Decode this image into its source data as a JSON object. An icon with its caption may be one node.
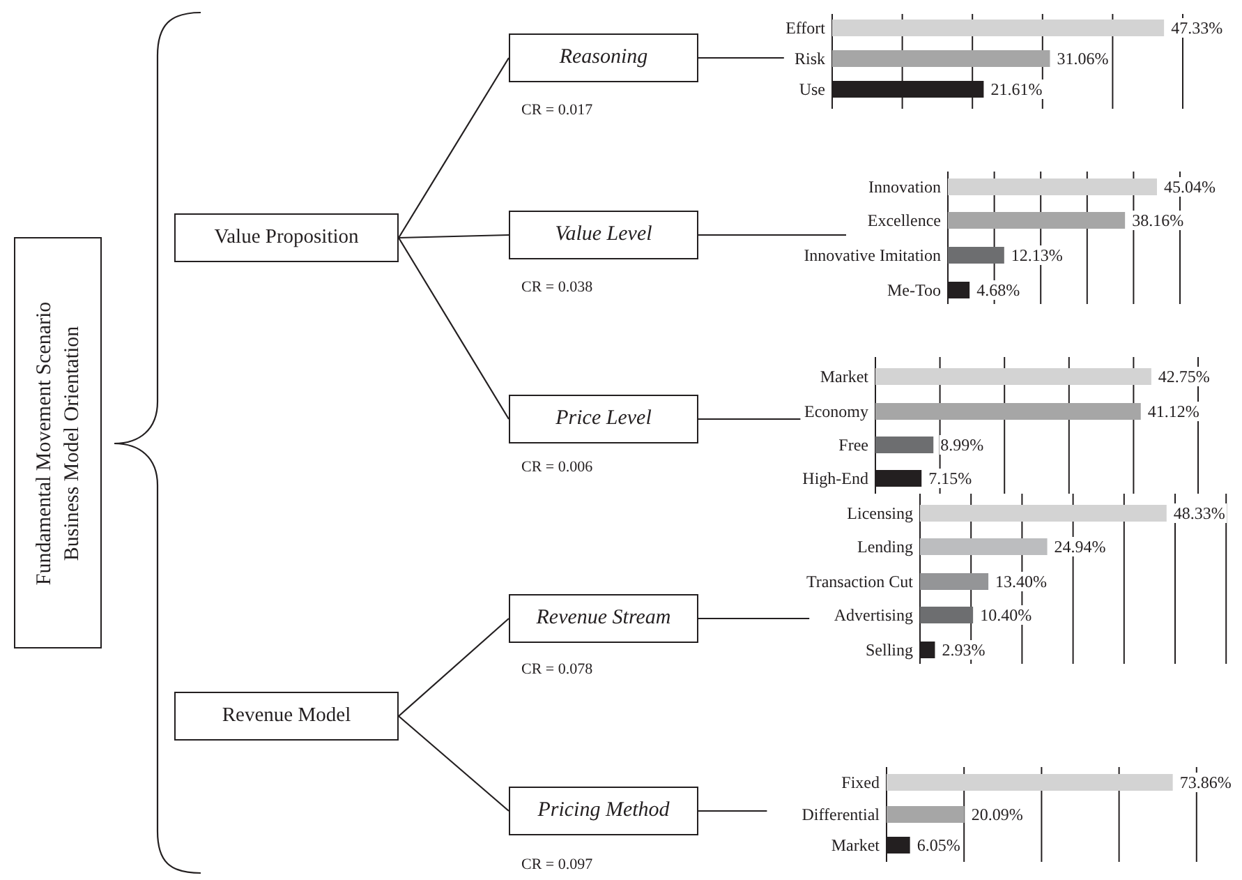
{
  "diagram": {
    "nodes": [
      {
        "text": [
          "Fundamental Movement Scenario",
          "Business Model Orientation"
        ]
      },
      {
        "text": [
          "Value Proposition"
        ]
      },
      {
        "text": [
          "Revenue Model"
        ]
      },
      {
        "text": [
          "Reasoning"
        ],
        "beside": [
          "CR = 0.017"
        ]
      },
      {
        "text": [
          "Value Level"
        ],
        "beside": [
          "CR = 0.038"
        ]
      },
      {
        "text": [
          "Price Level"
        ],
        "beside": [
          "CR = 0.006"
        ]
      },
      {
        "text": [
          "Revenue Stream"
        ],
        "beside": [
          "CR = 0.078"
        ]
      },
      {
        "text": [
          "Pricing Method"
        ],
        "beside": [
          "CR = 0.097"
        ]
      }
    ],
    "edges": [
      {
        "from": 1,
        "to": 3,
        "arrow": "none"
      },
      {
        "from": 1,
        "to": 4,
        "arrow": "none"
      },
      {
        "from": 1,
        "to": 5,
        "arrow": "none"
      },
      {
        "from": 2,
        "to": 6,
        "arrow": "none"
      },
      {
        "from": 2,
        "to": 7,
        "arrow": "none"
      },
      {
        "from": 3,
        "to": null,
        "arrow": "none"
      },
      {
        "from": 4,
        "to": null,
        "arrow": "none"
      },
      {
        "from": 5,
        "to": null,
        "arrow": "none"
      },
      {
        "from": 6,
        "to": null,
        "arrow": "none"
      },
      {
        "from": 7,
        "to": null,
        "arrow": "none"
      }
    ],
    "chart_data": [
      {
        "type": "bar",
        "orientation": "horizontal",
        "categories": [
          "Effort",
          "Risk",
          "Use"
        ],
        "values": [
          47.33,
          31.06,
          21.61
        ],
        "value_labels": [
          "47.33%",
          "31.06%",
          "21.61%"
        ]
      },
      {
        "type": "bar",
        "orientation": "horizontal",
        "categories": [
          "Innovation",
          "Excellence",
          "Innovative Imitation",
          "Me-Too"
        ],
        "values": [
          45.04,
          38.16,
          12.13,
          4.68
        ],
        "value_labels": [
          "45.04%",
          "38.16%",
          "12.13%",
          "4.68%"
        ]
      },
      {
        "type": "bar",
        "orientation": "horizontal",
        "categories": [
          "Market",
          "Economy",
          "Free",
          "High-End"
        ],
        "values": [
          42.75,
          41.12,
          8.99,
          7.15
        ],
        "value_labels": [
          "42.75%",
          "41.12%",
          "8.99%",
          "7.15%"
        ]
      },
      {
        "type": "bar",
        "orientation": "horizontal",
        "categories": [
          "Licensing",
          "Lending",
          "Transaction Cut",
          "Advertising",
          "Selling"
        ],
        "values": [
          48.33,
          24.94,
          13.4,
          10.4,
          2.93
        ],
        "value_labels": [
          "48.33%",
          "24.94%",
          "13.40%",
          "10.40%",
          "2.93%"
        ]
      },
      {
        "type": "bar",
        "orientation": "horizontal",
        "categories": [
          "Fixed",
          "Differential",
          "Market"
        ],
        "values": [
          73.86,
          20.09,
          6.05
        ],
        "value_labels": [
          "73.86%",
          "20.09%",
          "6.05%"
        ]
      }
    ]
  }
}
